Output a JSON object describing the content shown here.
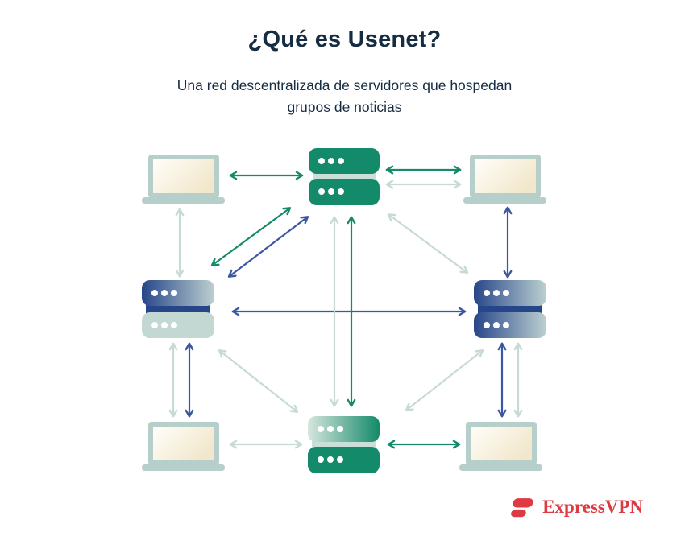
{
  "header": {
    "title": "¿Qué es Usenet?",
    "subtitle": "Una red descentralizada de servidores que hospedan grupos de noticias"
  },
  "branding": {
    "logo_text": "ExpressVPN"
  },
  "colors": {
    "background": "#FFFFFF",
    "navy": "#152C42",
    "green": "#16896A",
    "blue": "#3A57A0",
    "dark_blue": "#27468A",
    "pale": "#C7DAD5",
    "laptop_frame": "#B7CFCA",
    "server_green": "#138A6A",
    "server_pale": "#C3D8D2",
    "pale_divider": "#CBDFD9",
    "cream_start": "#FFFEF8",
    "cream_end": "#F2E7CC",
    "red": "#DD3A41"
  },
  "diagram": {
    "description": "Decentralized Usenet network: four user laptops connected to four news servers, servers interconnected",
    "nodes": [
      {
        "id": "laptop-top-left",
        "type": "laptop"
      },
      {
        "id": "server-top",
        "type": "server",
        "variant": "green"
      },
      {
        "id": "laptop-top-right",
        "type": "laptop"
      },
      {
        "id": "server-left",
        "type": "server",
        "variant": "blue-gradient-top"
      },
      {
        "id": "server-right",
        "type": "server",
        "variant": "blue-gradient"
      },
      {
        "id": "laptop-bottom-left",
        "type": "laptop"
      },
      {
        "id": "server-bottom",
        "type": "server",
        "variant": "green-gradient-top"
      },
      {
        "id": "laptop-bottom-right",
        "type": "laptop"
      }
    ],
    "connections": [
      {
        "from": "laptop-top-left",
        "to": "server-top",
        "color": "green",
        "bidirectional": true
      },
      {
        "from": "server-top",
        "to": "laptop-top-right",
        "color": "green",
        "bidirectional": true
      },
      {
        "from": "server-top",
        "to": "laptop-top-right",
        "color": "pale",
        "bidirectional": true
      },
      {
        "from": "server-left",
        "to": "server-top",
        "color": "green",
        "bidirectional": true
      },
      {
        "from": "server-left",
        "to": "server-top",
        "color": "blue",
        "bidirectional": true
      },
      {
        "from": "server-top",
        "to": "server-right",
        "color": "pale",
        "bidirectional": true
      },
      {
        "from": "laptop-top-left",
        "to": "server-left",
        "color": "pale",
        "bidirectional": true
      },
      {
        "from": "laptop-top-right",
        "to": "server-right",
        "color": "blue",
        "bidirectional": true
      },
      {
        "from": "server-left",
        "to": "server-right",
        "color": "blue",
        "bidirectional": true
      },
      {
        "from": "server-top",
        "to": "server-bottom",
        "color": "pale",
        "bidirectional": true
      },
      {
        "from": "server-top",
        "to": "server-bottom",
        "color": "green",
        "bidirectional": true
      },
      {
        "from": "server-left",
        "to": "laptop-bottom-left",
        "color": "pale",
        "bidirectional": true
      },
      {
        "from": "server-left",
        "to": "laptop-bottom-left",
        "color": "blue",
        "bidirectional": true
      },
      {
        "from": "server-right",
        "to": "laptop-bottom-right",
        "color": "blue",
        "bidirectional": true
      },
      {
        "from": "server-right",
        "to": "laptop-bottom-right",
        "color": "pale",
        "bidirectional": true
      },
      {
        "from": "server-left",
        "to": "server-bottom",
        "color": "pale",
        "bidirectional": true
      },
      {
        "from": "server-right",
        "to": "server-bottom",
        "color": "pale",
        "bidirectional": true
      },
      {
        "from": "laptop-bottom-left",
        "to": "server-bottom",
        "color": "pale",
        "bidirectional": true
      },
      {
        "from": "server-bottom",
        "to": "laptop-bottom-right",
        "color": "green",
        "bidirectional": true
      }
    ]
  }
}
